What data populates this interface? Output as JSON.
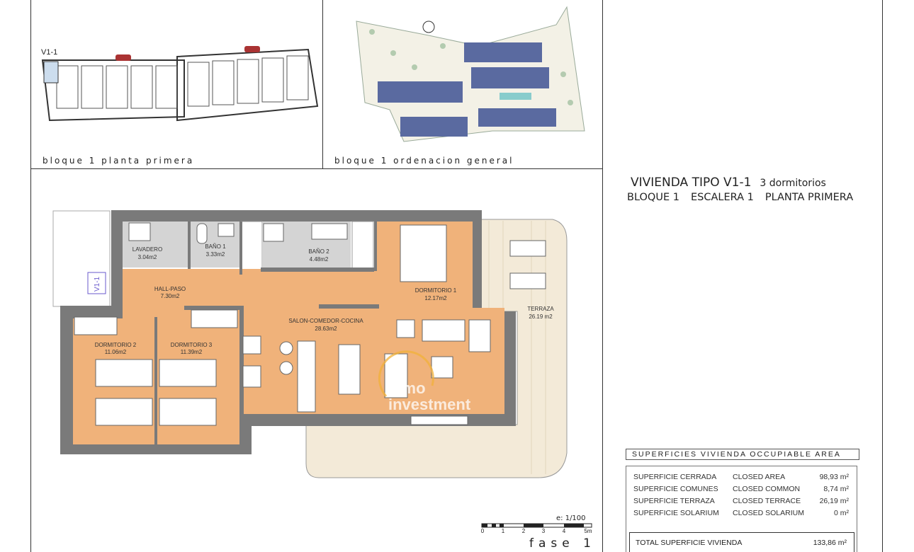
{
  "panels": {
    "block_plan_caption": "bloque 1 planta primera",
    "block_plan_unit_label": "V1-1",
    "site_plan_caption": "bloque 1 ordenacion general"
  },
  "header": {
    "title": "VIVIENDA TIPO V1-1",
    "bedrooms": "3 dormitorios",
    "block": "BLOQUE 1",
    "stair": "ESCALERA 1",
    "floor": "PLANTA PRIMERA"
  },
  "plan": {
    "unit_tag": "V1-1",
    "rooms": [
      {
        "name": "LAVADERO",
        "area": "3.04m2"
      },
      {
        "name": "BAÑO 1",
        "area": "3.33m2"
      },
      {
        "name": "BAÑO 2",
        "area": "4.48m2"
      },
      {
        "name": "HALL-PASO",
        "area": "7.30m2"
      },
      {
        "name": "DORMITORIO 1",
        "area": "12.17m2"
      },
      {
        "name": "SALON-COMEDOR-COCINA",
        "area": "28.63m2"
      },
      {
        "name": "DORMITORIO 2",
        "area": "11.06m2"
      },
      {
        "name": "DORMITORIO 3",
        "area": "11.39m2"
      },
      {
        "name": "TERRAZA",
        "area": "26.19 m2"
      }
    ],
    "watermark": [
      "inmo",
      "investment"
    ],
    "colors": {
      "living": "#f0b27a",
      "wet": "#d4d4d4",
      "terrace": "#f3ead8",
      "wall": "#7a7a7a"
    }
  },
  "scale": {
    "label": "e: 1/100",
    "ticks": [
      "0",
      "1",
      "2",
      "3",
      "4",
      "5m"
    ]
  },
  "phase": "fase 1",
  "areas": {
    "heading": "SUPERFICIES VIVIENDA OCCUPIABLE AREA",
    "rows": [
      {
        "es": "SUPERFICIE CERRADA",
        "en": "CLOSED AREA",
        "value": "98,93 m²"
      },
      {
        "es": "SUPERFICIE COMUNES",
        "en": "CLOSED COMMON",
        "value": "8,74 m²"
      },
      {
        "es": "SUPERFICIE TERRAZA",
        "en": "CLOSED TERRACE",
        "value": "26,19 m²"
      },
      {
        "es": "SUPERFICIE SOLARIUM",
        "en": "CLOSED SOLARIUM",
        "value": "0 m²"
      }
    ],
    "total_label": "TOTAL SUPERFICIE VIVIENDA",
    "total_value": "133,86 m²"
  }
}
